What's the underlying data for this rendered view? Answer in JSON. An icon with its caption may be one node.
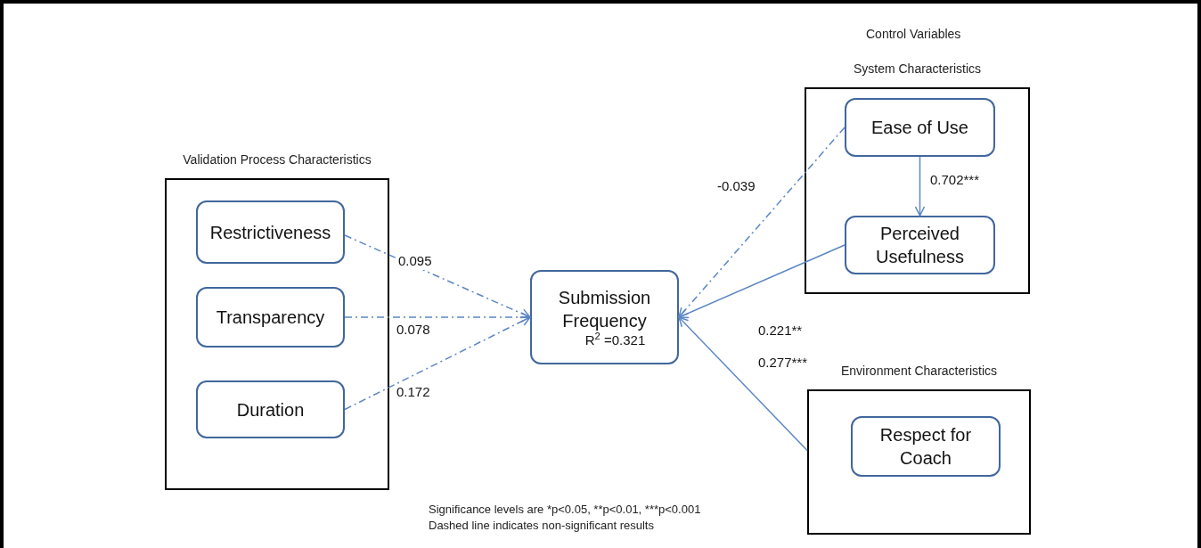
{
  "diagram": {
    "nodes": [
      {
        "text": [
          "Validation Process Characteristics"
        ]
      },
      {
        "text": [
          "Restrictiveness"
        ],
        "in": 0
      },
      {
        "text": [
          "Transparency"
        ],
        "in": 0
      },
      {
        "text": [
          "Duration"
        ],
        "in": 0
      },
      {
        "text": [
          "Submission Frequency",
          "R$^{2}$ =0.321"
        ]
      },
      {
        "text": [
          "System Characteristics"
        ]
      },
      {
        "text": [
          "Ease of Use"
        ],
        "in": 5
      },
      {
        "text": [
          "Perceived Usefulness"
        ],
        "in": 5
      },
      {
        "text": [
          "Environment Characteristics"
        ]
      },
      {
        "text": [
          "Respect for Coach"
        ],
        "in": 8
      }
    ],
    "edges": [
      {
        "from": 1,
        "to": 4,
        "arrow": "to",
        "label": "0.095",
        "style": "dashed"
      },
      {
        "from": 2,
        "to": 4,
        "arrow": "to",
        "label": "0.078",
        "style": "dashed"
      },
      {
        "from": 3,
        "to": 4,
        "arrow": "to",
        "label": "0.172",
        "style": "dashed"
      },
      {
        "from": 6,
        "to": 4,
        "arrow": "to",
        "label": "-0.039",
        "style": "dashed"
      },
      {
        "from": 6,
        "to": 7,
        "arrow": "to",
        "label": "0.702***"
      },
      {
        "from": 7,
        "to": 4,
        "arrow": "to",
        "label": "0.221**"
      },
      {
        "from": 8,
        "to": 4,
        "arrow": "to",
        "label": "0.277***"
      }
    ],
    "labels": [
      "Control Variables",
      "Significance levels are *p<0.05, **p<0.01, ***p<0.001",
      "Dashed line indicates non-significant results"
    ]
  }
}
